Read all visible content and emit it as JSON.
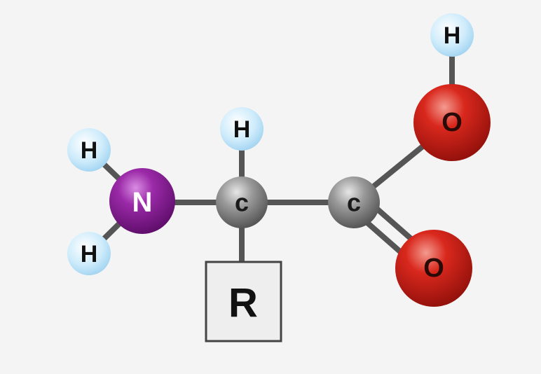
{
  "atoms": {
    "h_amine_top": {
      "symbol": "H"
    },
    "h_amine_bottom": {
      "symbol": "H"
    },
    "nitrogen": {
      "symbol": "N"
    },
    "h_alpha": {
      "symbol": "H"
    },
    "c_alpha": {
      "symbol": "c"
    },
    "c_carboxyl": {
      "symbol": "c"
    },
    "o_hydroxyl": {
      "symbol": "O"
    },
    "h_hydroxyl": {
      "symbol": "H"
    },
    "o_carbonyl": {
      "symbol": "O"
    }
  },
  "side_chain": {
    "label": "R"
  },
  "colors": {
    "background": "#f4f4f4",
    "hydrogen": "#bfe3f8",
    "nitrogen": "#8a1f96",
    "carbon": "#8a8a8a",
    "oxygen": "#d3281e",
    "bond": "#555555"
  }
}
